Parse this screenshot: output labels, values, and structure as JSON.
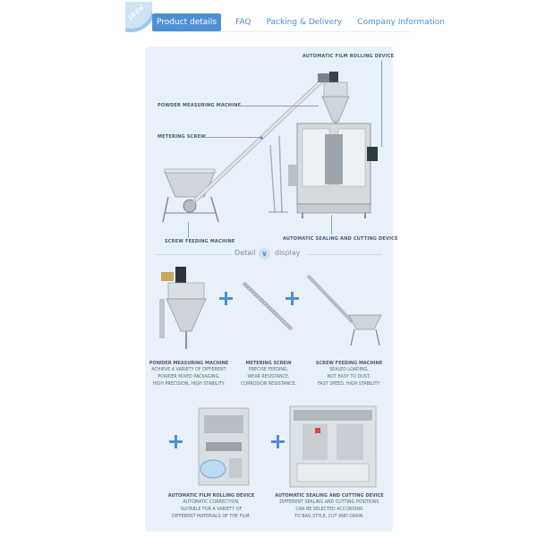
{
  "badge": {
    "text": "JDZH ."
  },
  "tabs": [
    {
      "label": "Product details",
      "active": true
    },
    {
      "label": "FAQ",
      "active": false
    },
    {
      "label": "Packing & Delivery",
      "active": false
    },
    {
      "label": "Company Information",
      "active": false
    }
  ],
  "overview": {
    "film_rolling": "AUTOMATIC FILM ROLLING DEVICE",
    "powder_measuring": "POWDER MEASURING MACHINE",
    "metering_screw": "METERING SCREW",
    "screw_feeding": "SCREW FEEDING MACHINE",
    "sealing_cutting": "AUTOMATIC SEALING AND CUTTING DEVICE"
  },
  "detail_divider": {
    "left": "Detail",
    "right": "display"
  },
  "components": [
    {
      "title": "POWDER MEASURING MACHINE",
      "lines": [
        "ACHIEVE A VARIETY OF DIFFERENT",
        "POWDER MIXED PACKAGING,",
        "HIGH PRECISION, HIGH STABILITY."
      ]
    },
    {
      "title": "METERING SCREW",
      "lines": [
        "PRECISE FEEDING,",
        "WEAR RESISTANCE,",
        "CORROSION RESISTANCE."
      ]
    },
    {
      "title": "SCREW FEEDING MACHINE",
      "lines": [
        "SEALED LOADING,",
        "NOT EASY TO DUST,",
        "FAST SPEED, HIGH STABILITY."
      ]
    },
    {
      "title": "AUTOMATIC FILM ROLLING DEVICE",
      "lines": [
        "AUTOMATIC CORRECTION,",
        "SUITABLE FOR A VARIETY OF",
        "DIFFERENT MATERIALS OF THE FILM."
      ]
    },
    {
      "title": "AUTOMATIC SEALING AND CUTTING DEVICE",
      "lines": [
        "DIFFERENT SEALING AND CUTTING POSITIONS",
        "CAN BE SELECTED ACCORDING",
        "TO BAG STYLE, CUT AND GRAIN."
      ]
    }
  ],
  "colors": {
    "accent": "#4f8fd6",
    "panel": "#e8f1fa",
    "steel": "#c9ced4"
  }
}
